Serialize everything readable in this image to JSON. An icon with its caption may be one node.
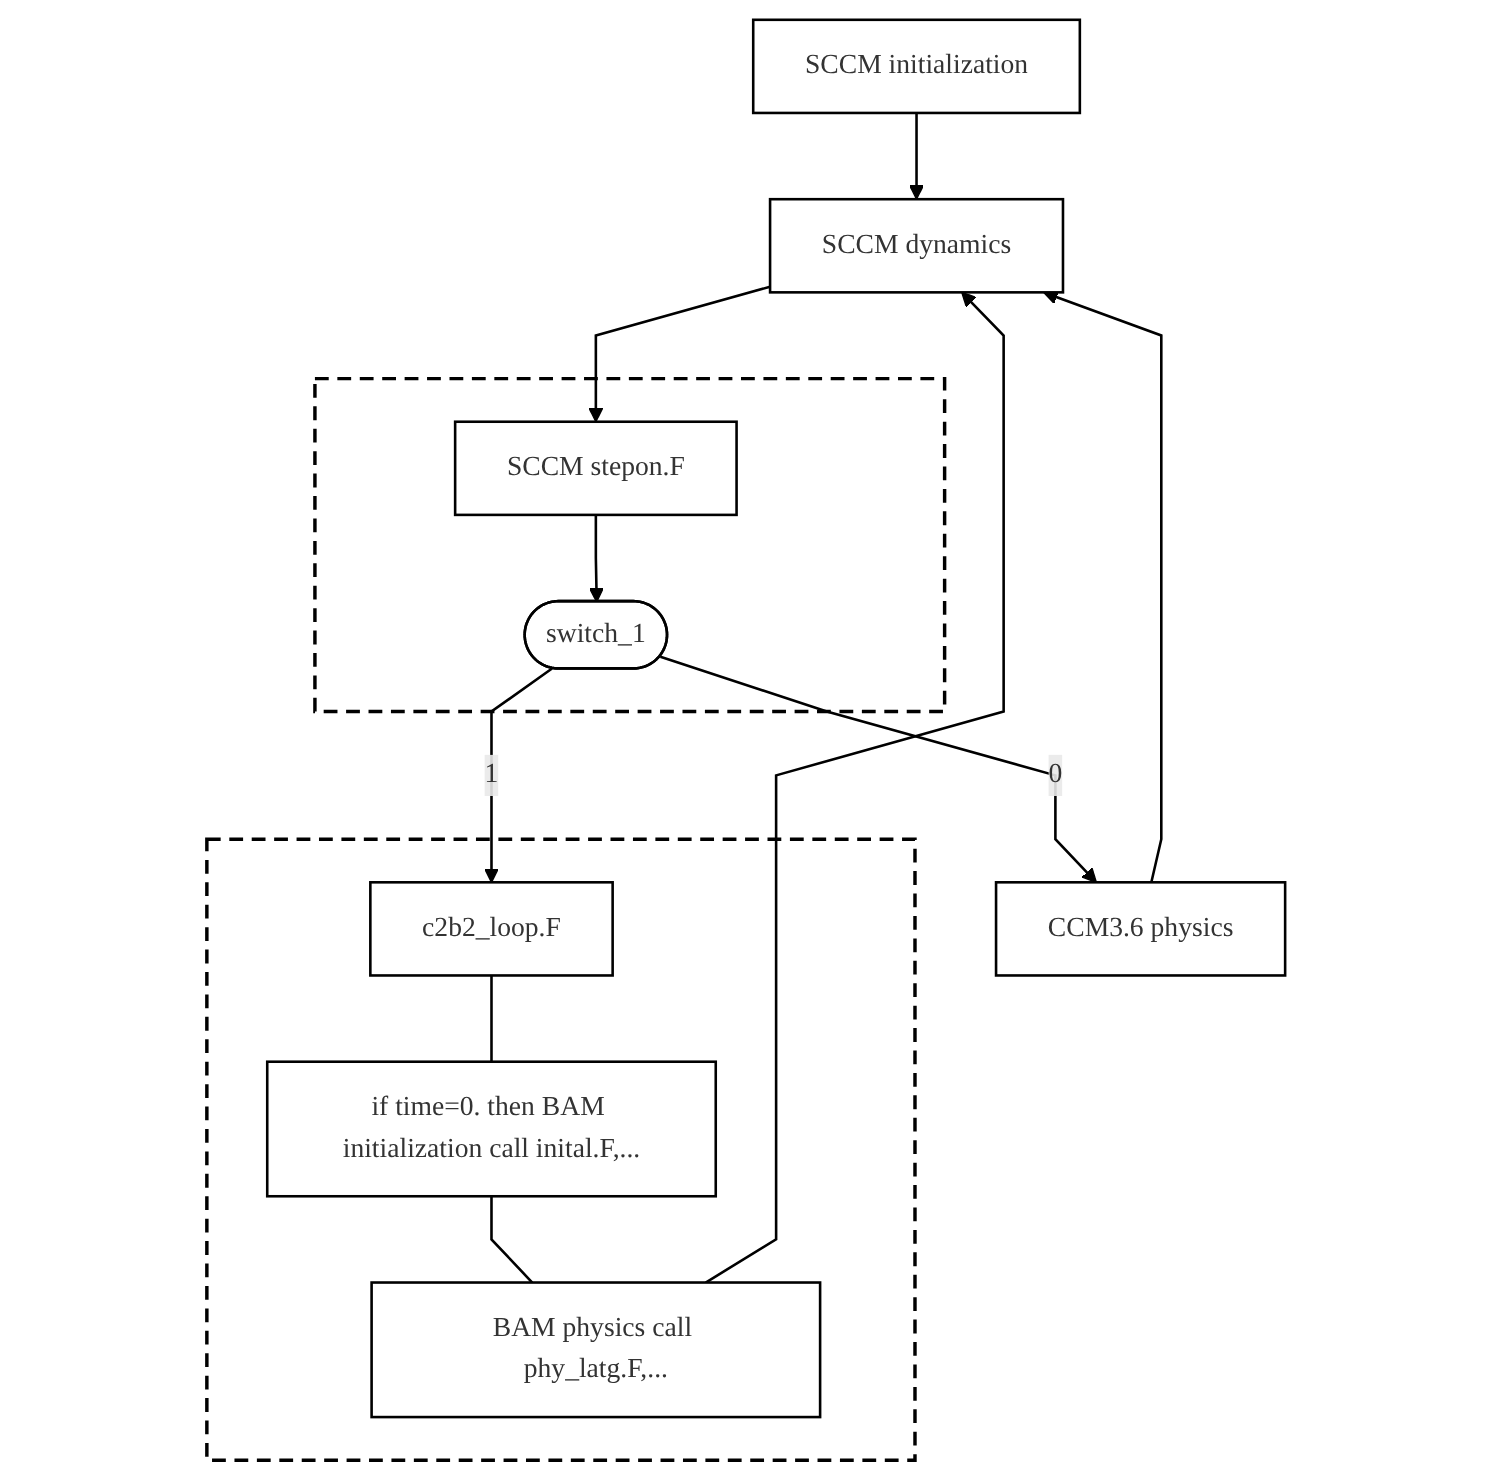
{
  "diagram": {
    "nodes": [
      {
        "text": [
          "SCCM initialization"
        ]
      },
      {
        "text": [
          "SCCM dynamics"
        ]
      },
      {
        "text": [],
        "shape": "box"
      },
      {
        "text": [
          "SCCM stepon.F"
        ],
        "in": 2
      },
      {
        "text": [
          "switch_1"
        ],
        "in": 2
      },
      {
        "text": [
          "CCM3.6 physics"
        ]
      },
      {
        "text": [],
        "shape": "box"
      },
      {
        "text": [
          "c2b2_loop.F"
        ],
        "in": 6
      },
      {
        "text": [
          "if time=0. then BAM initialization call inital.F,..."
        ],
        "in": 6
      },
      {
        "text": [
          "BAM physics call phy_latg.F,..."
        ],
        "in": 6
      }
    ],
    "edges": [
      {
        "from": 0,
        "to": 1,
        "arrow": "to"
      },
      {
        "from": 1,
        "to": 3,
        "arrow": "to"
      },
      {
        "from": 3,
        "to": 4,
        "arrow": "to"
      },
      {
        "from": 4,
        "to": 5,
        "label": "0",
        "arrow": "to"
      },
      {
        "from": 4,
        "to": 7,
        "label": "1",
        "arrow": "to"
      },
      {
        "from": 7,
        "to": 8,
        "arrow": "none"
      },
      {
        "from": 8,
        "to": 9,
        "arrow": "none"
      },
      {
        "from": 5,
        "to": 1,
        "arrow": "to"
      },
      {
        "from": 9,
        "to": 1,
        "arrow": "to"
      }
    ]
  }
}
